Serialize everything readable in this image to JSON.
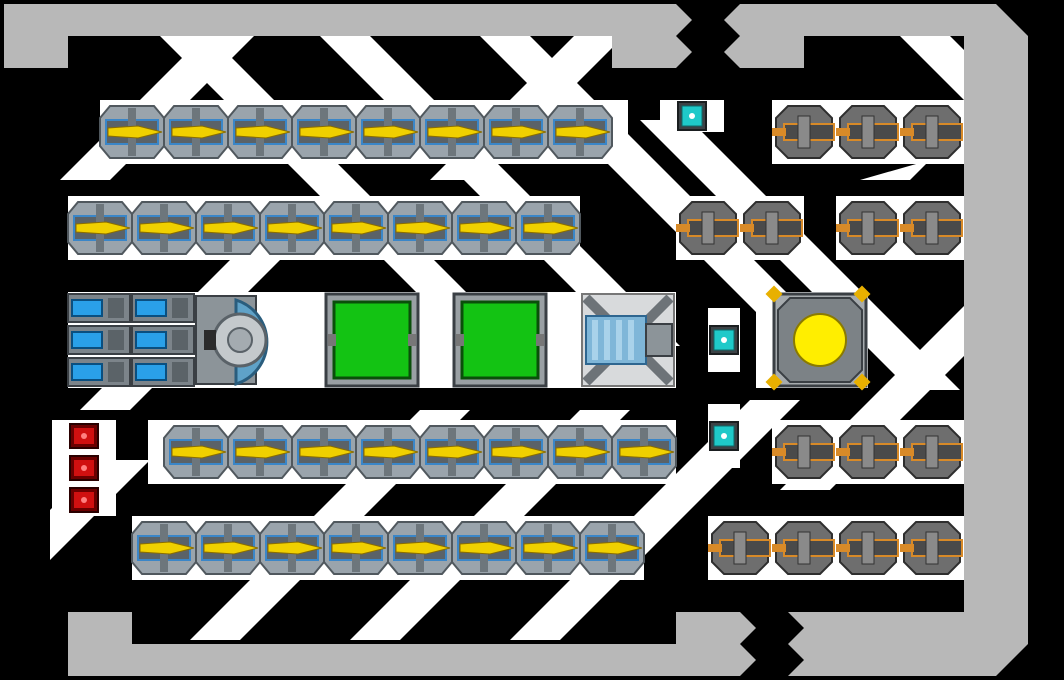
{
  "scene": {
    "type": "ship-design-grid",
    "colors": {
      "background": "#000000",
      "hull": "#b8b8b8",
      "floor": "#ffffff",
      "thruster_flame": "#f0d000",
      "thruster_body": "#9aa4ac",
      "thruster_trim": "#3a86c8",
      "gun_metal": "#6e6e6e",
      "gun_trim": "#d88a28",
      "cargo_green": "#13c313",
      "reactor_core": "#ffee00",
      "generator_cyan": "#1fc9c9",
      "ammo_red": "#d01010",
      "battery_blue": "#2aa0e8"
    },
    "modules": [
      {
        "kind": "thruster-rail",
        "count": 8,
        "row": 1
      },
      {
        "kind": "thruster-rail",
        "count": 8,
        "row": 2
      },
      {
        "kind": "thruster-rail",
        "count": 8,
        "row": 3
      },
      {
        "kind": "thruster-rail",
        "count": 8,
        "row": 4
      },
      {
        "kind": "battery-cell",
        "count": 6
      },
      {
        "kind": "shield-generator",
        "count": 1
      },
      {
        "kind": "cargo-bay",
        "count": 2
      },
      {
        "kind": "ion-cannon",
        "count": 1
      },
      {
        "kind": "power-generator",
        "count": 3
      },
      {
        "kind": "reactor",
        "count": 1
      },
      {
        "kind": "ammo-crate",
        "count": 3
      },
      {
        "kind": "autocannon-turret",
        "count": 14
      }
    ]
  }
}
